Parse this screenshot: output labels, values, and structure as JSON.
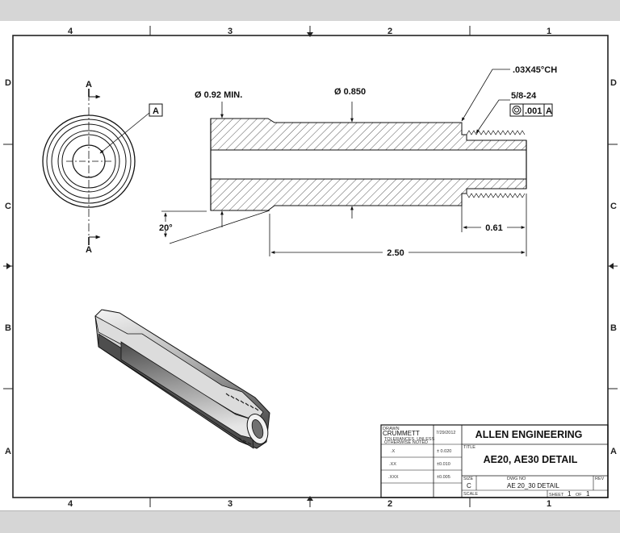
{
  "zones": {
    "columns_top": [
      "4",
      "3",
      "2",
      "1"
    ],
    "columns_bottom": [
      "4",
      "3",
      "2",
      "1"
    ],
    "rows_left": [
      "D",
      "C",
      "B",
      "A"
    ],
    "rows_right": [
      "D",
      "C",
      "B",
      "A"
    ]
  },
  "section_view": {
    "label_top": "A",
    "label_bottom": "A",
    "datum": "A"
  },
  "dimensions": {
    "min_bore": "Ø 0.92 MIN.",
    "outer_diameter": "Ø 0.850",
    "chamfer": ".03X45°CH",
    "thread": "5/8-24",
    "concentricity_tolerance": ".001",
    "concentricity_datum": "A",
    "angle": "20°",
    "thread_length": "0.61",
    "overall_length": "2.50"
  },
  "title_block": {
    "company": "ALLEN ENGINEERING",
    "title": "AE20, AE30 DETAIL",
    "drawn_label": "DRAWN",
    "drawn_by": "CRUMMETT",
    "date": "7/29/2012",
    "tolerance_note_1": "TOLERANCES, UNLESS",
    "tolerance_note_2": "OTHERWISE NOTED",
    "tol_rows": [
      {
        "format": ".X",
        "value": "± 0.020"
      },
      {
        "format": ".XX",
        "value": "±0.010"
      },
      {
        "format": ".XXX",
        "value": "±0.005"
      }
    ],
    "title_label": "TITLE",
    "size_label": "SIZE",
    "size": "C",
    "dwg_no_label": "DWG NO",
    "dwg_no": "AE 20_30 DETAIL",
    "rev_label": "REV",
    "scale_label": "SCALE",
    "sheet_label": "SHEET",
    "sheet_num": "1",
    "of_label": "OF",
    "sheet_total": "1"
  }
}
